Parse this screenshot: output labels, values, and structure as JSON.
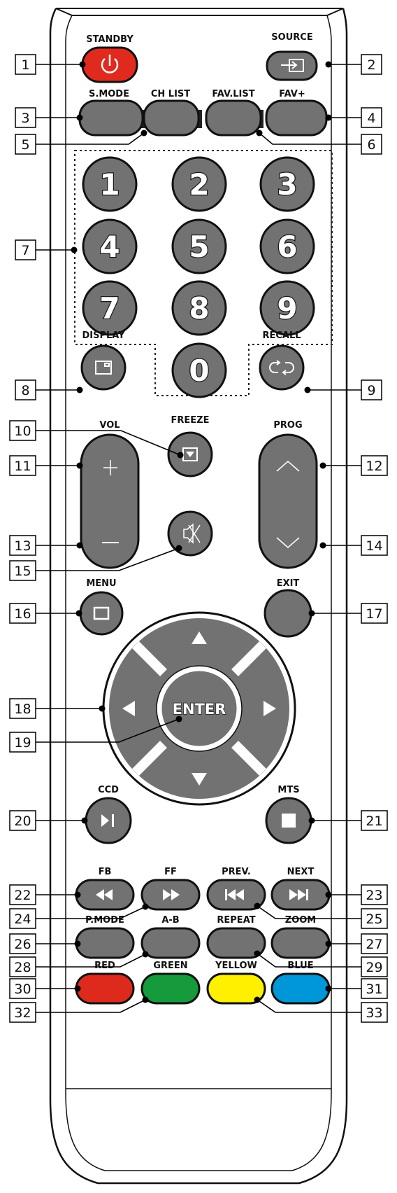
{
  "colors": {
    "button_grey": "#727272",
    "standby_red": "#e02a1e",
    "red": "#dd2a1c",
    "green": "#159b3b",
    "yellow": "#fff000",
    "blue": "#0097d8"
  },
  "labels": {
    "standby": "STANDBY",
    "source": "SOURCE",
    "smode": "S.MODE",
    "chlist": "CH LIST",
    "favlist": "FAV.LIST",
    "favplus": "FAV+",
    "display": "DISPLAY",
    "recall": "RECALL",
    "freeze": "FREEZE",
    "vol": "VOL",
    "prog": "PROG",
    "menu": "MENU",
    "exit": "EXIT",
    "enter": "ENTER",
    "ccd": "CCD",
    "mts": "MTS",
    "fb": "FB",
    "ff": "FF",
    "prev": "PREV.",
    "next": "NEXT",
    "pmode": "P.MODE",
    "ab": "A-B",
    "repeat": "REPEAT",
    "zoom": "ZOOM",
    "red": "RED",
    "green": "GREEN",
    "yellow": "YELLOW",
    "blue": "BLUE"
  },
  "digits": [
    "1",
    "2",
    "3",
    "4",
    "5",
    "6",
    "7",
    "8",
    "9",
    "0"
  ],
  "callouts": [
    "1",
    "2",
    "3",
    "4",
    "5",
    "6",
    "7",
    "8",
    "9",
    "10",
    "11",
    "12",
    "13",
    "14",
    "15",
    "16",
    "17",
    "18",
    "19",
    "20",
    "21",
    "22",
    "23",
    "24",
    "25",
    "26",
    "27",
    "28",
    "29",
    "30",
    "31",
    "32",
    "33"
  ],
  "icons": {
    "standby": "power-icon",
    "source": "input-source-icon",
    "display": "display-icon",
    "recall": "recall-icon",
    "freeze": "freeze-icon",
    "vol_up": "plus-icon",
    "vol_down": "minus-icon",
    "prog_up": "chevron-up-icon",
    "prog_down": "chevron-down-icon",
    "mute": "mute-icon",
    "menu": "menu-icon",
    "nav": [
      "arrow-up-icon",
      "arrow-down-icon",
      "arrow-left-icon",
      "arrow-right-icon"
    ],
    "ccd": "play-pause-icon",
    "mts": "stop-icon",
    "fb": "rewind-icon",
    "ff": "fast-forward-icon",
    "prev": "skip-previous-icon",
    "next": "skip-next-icon"
  }
}
